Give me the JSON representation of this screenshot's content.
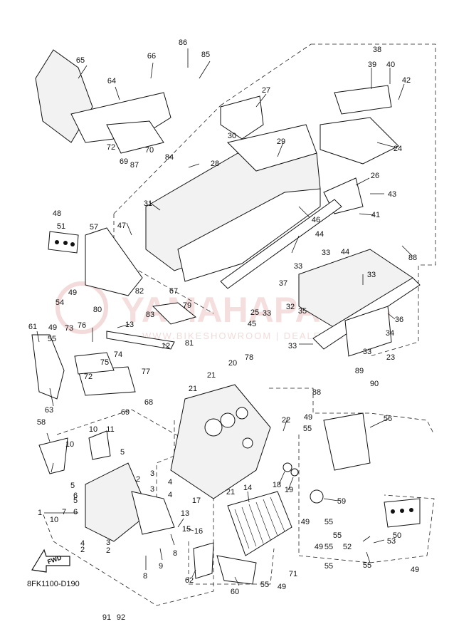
{
  "diagram_code": "8FK1100-D190",
  "watermark": {
    "main": "YAMAHAPARTS",
    "sub": "WWW.BIKESHOWROOM | DEALERNET.HU"
  },
  "fwd_label": "FWD",
  "callouts": [
    "1",
    "2",
    "2",
    "2",
    "3",
    "3",
    "3",
    "4",
    "4",
    "4",
    "5",
    "5",
    "5",
    "6",
    "6",
    "7",
    "8",
    "8",
    "9",
    "10",
    "10",
    "10",
    "11",
    "12",
    "13",
    "13",
    "14",
    "15",
    "16",
    "17",
    "18",
    "19",
    "20",
    "21",
    "21",
    "21",
    "22",
    "23",
    "24",
    "25",
    "26",
    "27",
    "28",
    "29",
    "30",
    "31",
    "32",
    "33",
    "33",
    "33",
    "33",
    "33",
    "33",
    "34",
    "35",
    "36",
    "37",
    "38",
    "39",
    "40",
    "41",
    "42",
    "43",
    "44",
    "44",
    "45",
    "46",
    "47",
    "48",
    "49",
    "49",
    "49",
    "49",
    "49",
    "49",
    "49",
    "50",
    "51",
    "52",
    "53",
    "54",
    "55",
    "55",
    "55",
    "55",
    "55",
    "55",
    "55",
    "55",
    "56",
    "57",
    "58",
    "59",
    "60",
    "61",
    "62",
    "63",
    "64",
    "65",
    "66",
    "67",
    "68",
    "69",
    "69",
    "70",
    "71",
    "72",
    "72",
    "73",
    "74",
    "75",
    "76",
    "77",
    "78",
    "79",
    "80",
    "81",
    "82",
    "83",
    "84",
    "85",
    "86",
    "87",
    "88",
    "88",
    "89",
    "90",
    "91",
    "92"
  ]
}
